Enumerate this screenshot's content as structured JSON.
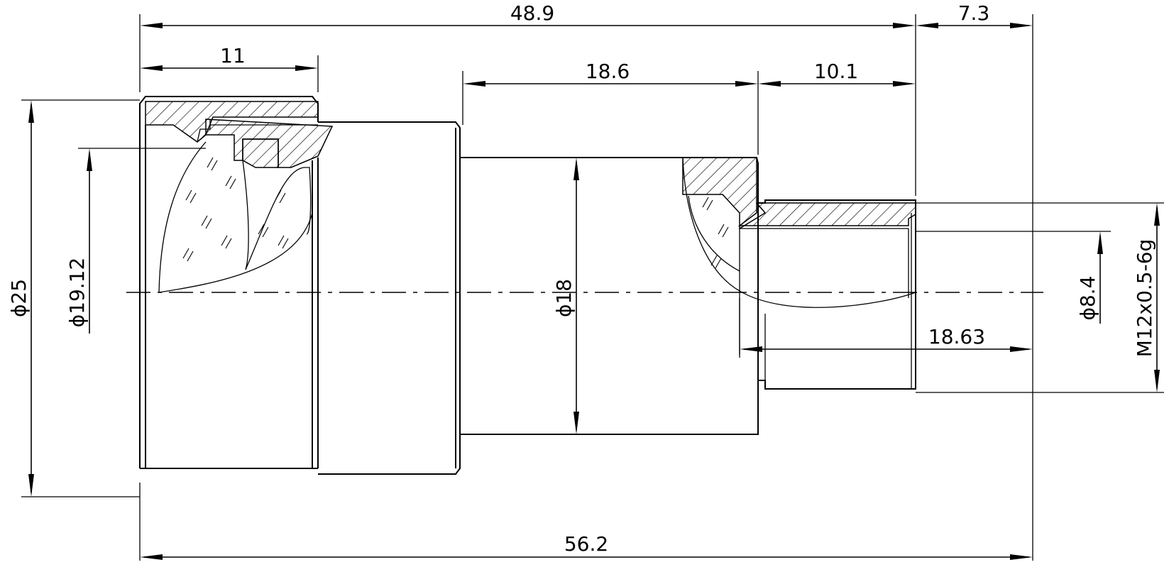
{
  "dimensions": {
    "overall_length": "56.2",
    "body_length": "48.9",
    "thread_extension": "7.3",
    "front_ring_length": "11",
    "mid_section_length": "18.6",
    "rear_step_length": "10.1",
    "rear_bore_length": "18.63",
    "outer_diameter": "ϕ25",
    "front_lens_diameter": "ϕ19.12",
    "barrel_diameter": "ϕ18",
    "rear_bore_diameter": "ϕ8.4",
    "mount_thread": "M12x0.5-6g"
  },
  "colors": {
    "line": "#000000",
    "background": "#ffffff"
  }
}
